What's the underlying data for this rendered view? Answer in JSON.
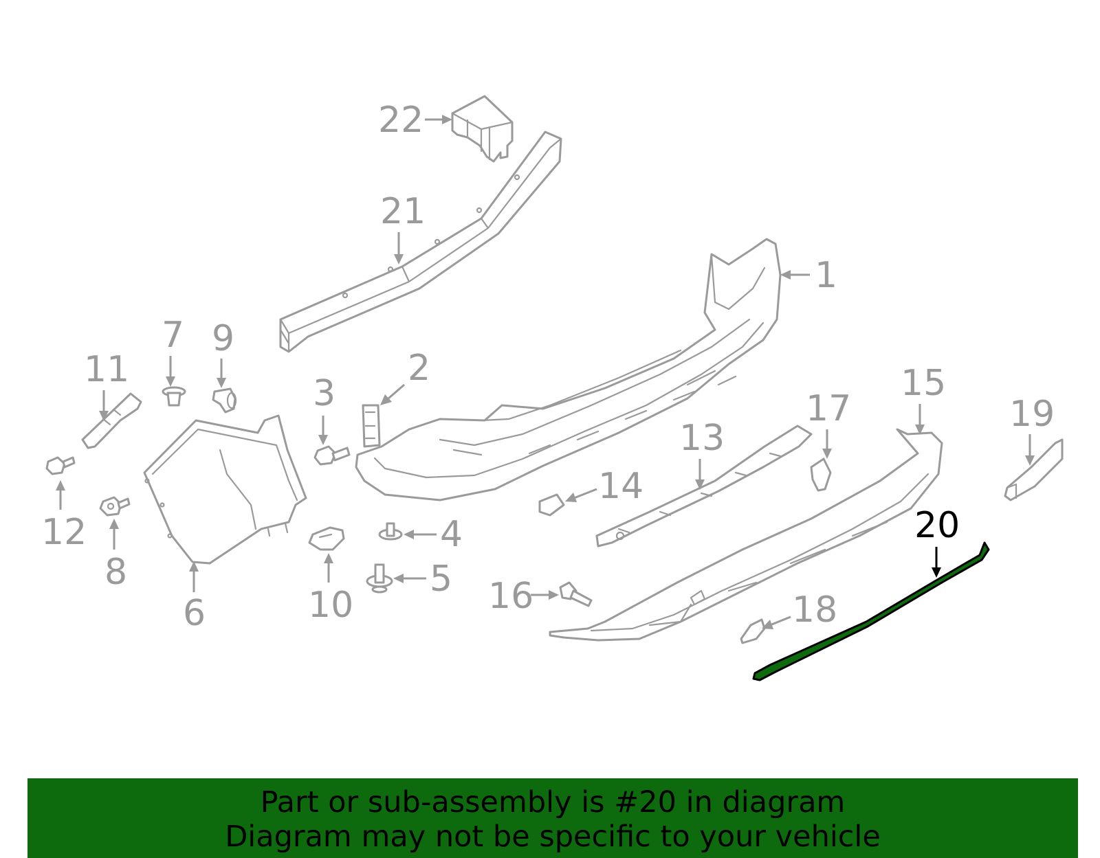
{
  "diagram": {
    "highlight_color": "#0d6a0d",
    "callouts": [
      "1",
      "2",
      "3",
      "4",
      "5",
      "6",
      "7",
      "8",
      "9",
      "10",
      "11",
      "12",
      "13",
      "14",
      "15",
      "16",
      "17",
      "18",
      "19",
      "20",
      "21",
      "22"
    ],
    "highlighted_callout": "20"
  },
  "banner": {
    "background": "#0d6a0d",
    "line1": "Part or sub-assembly is #20 in diagram",
    "line2": "Diagram may not be specific to your vehicle"
  }
}
